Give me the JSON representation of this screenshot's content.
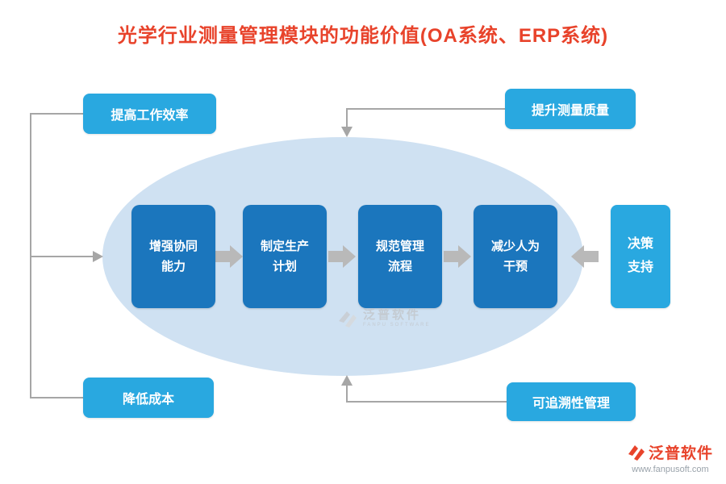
{
  "title": "光学行业测量管理模块的功能价值(OA系统、ERP系统)",
  "colors": {
    "title_accent": "#e8432b",
    "ellipse_fill": "#cfe1f2",
    "process_box": "#1b76bd",
    "benefit_box": "#29a8e0",
    "connector_gray": "#a6a6a6",
    "flow_arrow_gray": "#b9b9b9"
  },
  "process_steps": [
    {
      "label": "增强协同\n能力"
    },
    {
      "label": "制定生产\n计划"
    },
    {
      "label": "规范管理\n流程"
    },
    {
      "label": "减少人为\n干预"
    }
  ],
  "benefits": {
    "top_left": "提高工作效率",
    "top_right": "提升测量质量",
    "bottom_left": "降低成本",
    "bottom_right": "可追溯性管理",
    "right": "决策\n支持"
  },
  "watermark": {
    "brand": "泛普软件",
    "sub": "FANPU SOFTWARE"
  },
  "footer": {
    "brand": "泛普软件",
    "url": "www.fanpusoft.com"
  }
}
